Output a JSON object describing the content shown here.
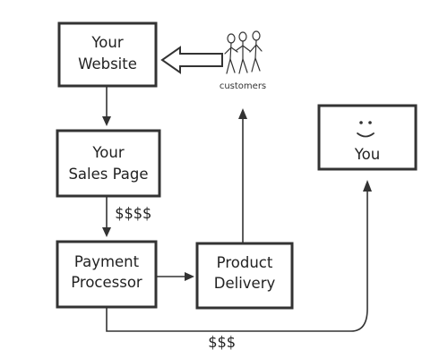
{
  "boxes": {
    "website": {
      "line1": "Your",
      "line2": "Website"
    },
    "sales_page": {
      "line1": "Your",
      "line2": "Sales Page"
    },
    "payment": {
      "line1": "Payment",
      "line2": "Processor"
    },
    "delivery": {
      "line1": "Product",
      "line2": "Delivery"
    },
    "you": {
      "label": "You"
    }
  },
  "labels": {
    "customers": "customers",
    "sales_money": "$$$$",
    "payout_money": "$$$"
  },
  "colors": {
    "ink": "#333333",
    "background": "#ffffff"
  },
  "icons": {
    "customers": "stick-figures-icon",
    "you": "smiley-face-icon"
  }
}
